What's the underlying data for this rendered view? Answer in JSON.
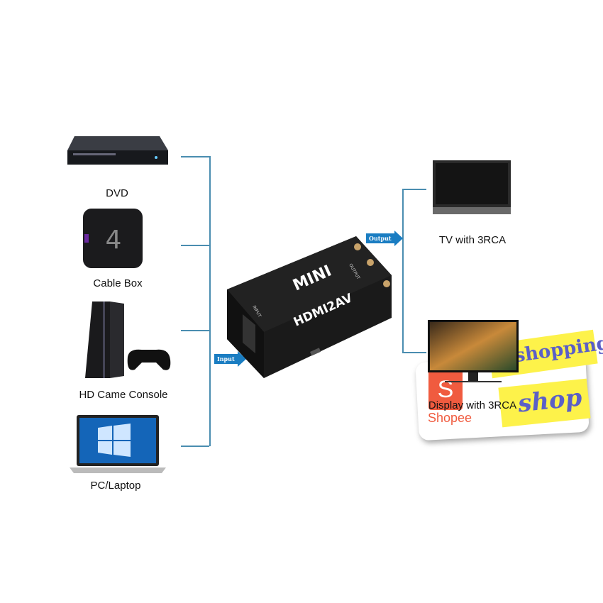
{
  "sources": [
    {
      "label": "DVD",
      "icon": "dvd-player-icon"
    },
    {
      "label": "Cable Box",
      "icon": "cable-box-icon"
    },
    {
      "label": "HD Came Console",
      "icon": "game-console-icon"
    },
    {
      "label": "PC/Laptop",
      "icon": "laptop-icon"
    }
  ],
  "converter": {
    "brand": "MINI",
    "model": "HDMI2AV",
    "input_port": "INPUT",
    "output_port": "OUTPUT"
  },
  "arrows": {
    "input": "Input",
    "output": "Output"
  },
  "outputs": [
    {
      "label": "TV with 3RCA",
      "icon": "tv-icon"
    },
    {
      "label": "Display with 3RCA",
      "icon": "monitor-icon"
    }
  ],
  "watermark": {
    "brand": "Shopee",
    "logo_letter": "S",
    "text1": "shopping",
    "text2": "shop"
  },
  "colors": {
    "line": "#4a8db0",
    "arrow": "#1a7dc2",
    "banner": "#fdf24a",
    "banner_text": "#5b5fc7",
    "shopee": "#f05b3f"
  }
}
